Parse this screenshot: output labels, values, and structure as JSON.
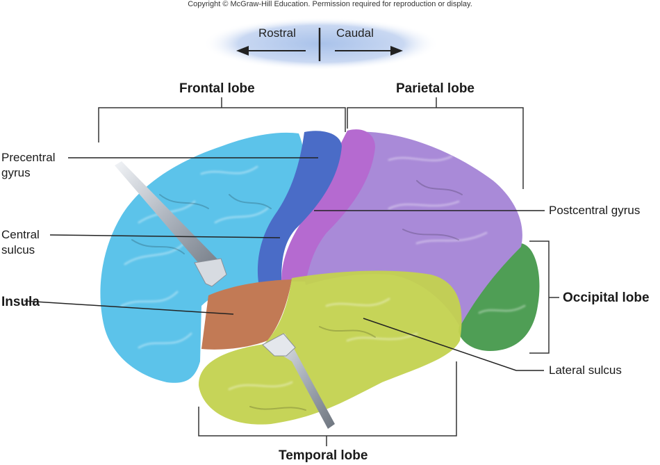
{
  "copyright": "Copyright © McGraw-Hill Education. Permission required for reproduction or display.",
  "orientation": {
    "rostral": "Rostral",
    "caudal": "Caudal"
  },
  "lobes": {
    "frontal": "Frontal lobe",
    "parietal": "Parietal lobe",
    "occipital": "Occipital lobe",
    "temporal": "Temporal lobe"
  },
  "structures": {
    "precentral_gyrus": [
      "Precentral",
      "gyrus"
    ],
    "central_sulcus": [
      "Central",
      "sulcus"
    ],
    "insula": "Insula",
    "postcentral_gyrus": "Postcentral gyrus",
    "lateral_sulcus": "Lateral sulcus"
  },
  "colors": {
    "frontal": "#5cc3ea",
    "precentral": "#4a6cc7",
    "postcentral": "#b56ad0",
    "parietal": "#a98ad8",
    "occipital": "#4f9e55",
    "temporal": "#c3d24f",
    "insula": "#c27a55",
    "retractor": "#c9ced6"
  }
}
